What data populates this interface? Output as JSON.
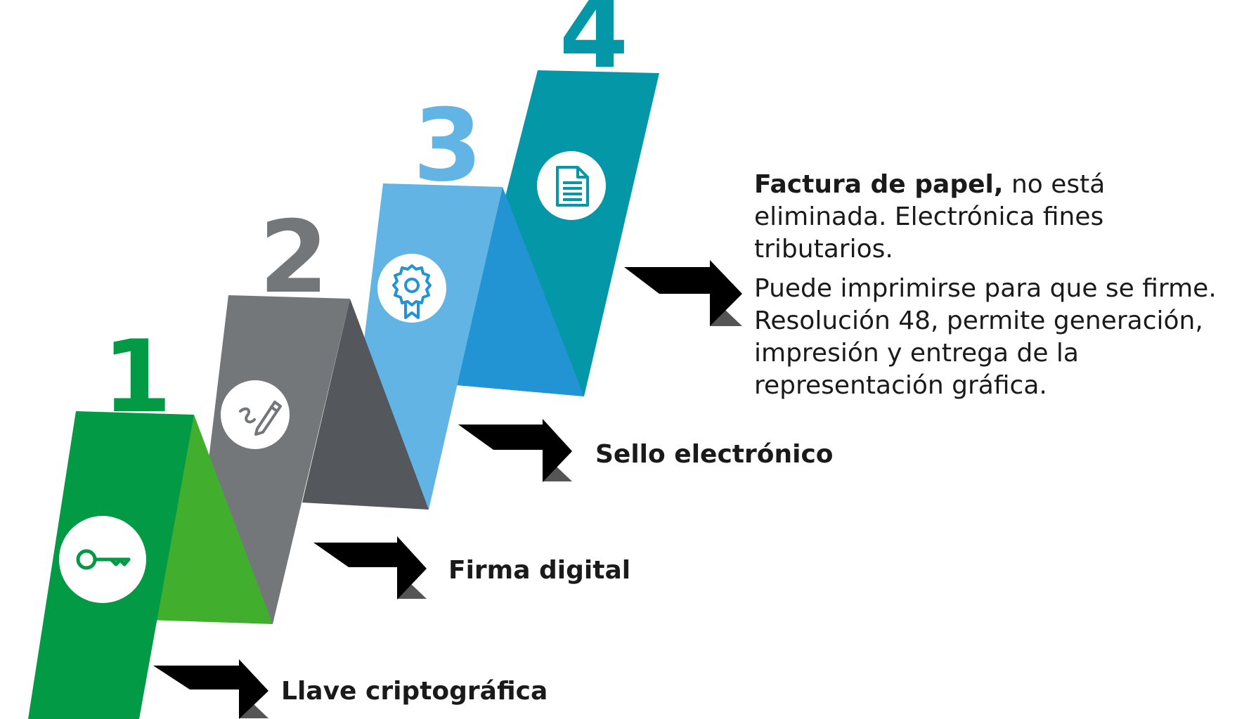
{
  "steps": [
    {
      "number": "1",
      "label": "Llave criptográfica",
      "icon": "key-icon",
      "color_front": "#029a45",
      "color_side": "#41af2d"
    },
    {
      "number": "2",
      "label": "Firma digital",
      "icon": "signature-pen-icon",
      "color_front": "#73777a",
      "color_side": "#54575b"
    },
    {
      "number": "3",
      "label": "Sello electrónico",
      "icon": "certificate-seal-icon",
      "color_front": "#62b4e4",
      "color_side": "#2394d3"
    },
    {
      "number": "4",
      "label": "",
      "icon": "document-icon",
      "color_front": "#0397a8",
      "color_side": "#0397a8"
    }
  ],
  "description": {
    "bold_lead": "Factura de papel,",
    "lead_rest": " no está eliminada. Electrónica fines tributarios.",
    "paragraph_2": "Puede imprimirse para que se firme. Resolución 48, permite generación, impresión y entrega de la representación gráfica."
  },
  "colors": {
    "arrow_dark": "#000000",
    "arrow_shadow": "#555555",
    "number_4": "#0397a8",
    "number_3": "#62b4e4",
    "number_2": "#73777a",
    "number_1": "#029a45"
  }
}
